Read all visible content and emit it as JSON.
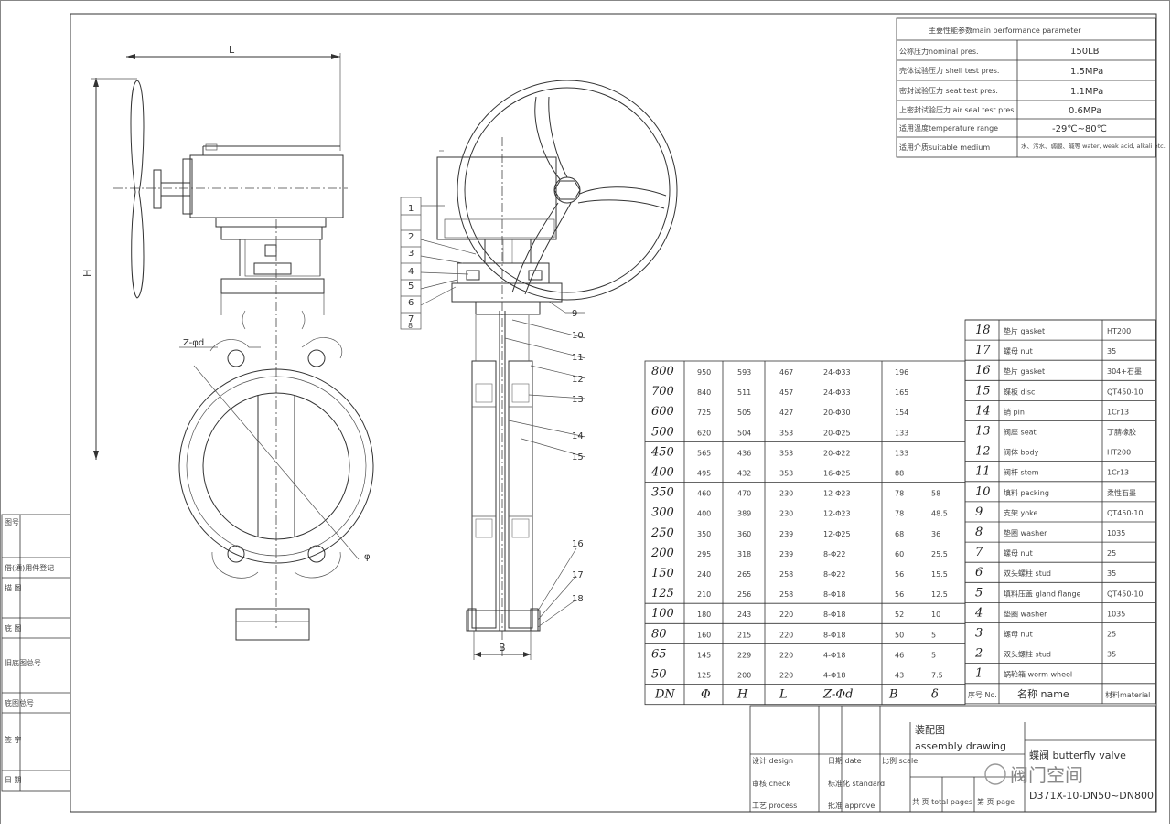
{
  "params": {
    "title": "主要性能参数main performance parameter",
    "rows": [
      {
        "label": "公称压力nominal pres.",
        "value": "150LB"
      },
      {
        "label": "壳体试验压力 shell test pres.",
        "value": "1.5MPa"
      },
      {
        "label": "密封试验压力 seat test pres.",
        "value": "1.1MPa"
      },
      {
        "label": "上密封试验压力 air seal test pres.",
        "value": "0.6MPa"
      },
      {
        "label": "适用温度temperature range",
        "value": "-29℃~80℃"
      },
      {
        "label": "适用介质suitable medium",
        "value": "水、污水、弱酸、碱等 water, weak acid, alkali etc."
      }
    ]
  },
  "side_labels": {
    "L": "L",
    "H": "H",
    "Z_d": "Z-φd",
    "phi": "φ",
    "B": "B"
  },
  "callouts_left": [
    "1",
    "2",
    "3",
    "4",
    "5",
    "6",
    "7",
    "8"
  ],
  "callouts_right": [
    "9",
    "10",
    "11",
    "12",
    "13",
    "14",
    "15",
    "16",
    "17",
    "18"
  ],
  "dims": {
    "rows": [
      [
        "800",
        "950",
        "593",
        "467",
        "24-Φ33",
        "196"
      ],
      [
        "700",
        "840",
        "511",
        "457",
        "24-Φ33",
        "165"
      ],
      [
        "600",
        "725",
        "505",
        "427",
        "20-Φ30",
        "154"
      ],
      [
        "500",
        "620",
        "504",
        "353",
        "20-Φ25",
        "133"
      ],
      [
        "450",
        "565",
        "436",
        "353",
        "20-Φ22",
        "133"
      ],
      [
        "400",
        "495",
        "432",
        "353",
        "16-Φ25",
        "88"
      ],
      [
        "350",
        "460",
        "470",
        "230",
        "12-Φ23",
        "78",
        "58"
      ],
      [
        "300",
        "400",
        "389",
        "230",
        "12-Φ23",
        "78",
        "48.5"
      ],
      [
        "250",
        "350",
        "360",
        "239",
        "12-Φ25",
        "68",
        "36"
      ],
      [
        "200",
        "295",
        "318",
        "239",
        "8-Φ22",
        "60",
        "25.5"
      ],
      [
        "150",
        "240",
        "265",
        "258",
        "8-Φ22",
        "56",
        "15.5"
      ],
      [
        "125",
        "210",
        "256",
        "258",
        "8-Φ18",
        "56",
        "12.5"
      ],
      [
        "100",
        "180",
        "243",
        "220",
        "8-Φ18",
        "52",
        "10"
      ],
      [
        "80",
        "160",
        "215",
        "220",
        "8-Φ18",
        "50",
        "5"
      ],
      [
        "65",
        "145",
        "229",
        "220",
        "4-Φ18",
        "46",
        "5"
      ],
      [
        "50",
        "125",
        "200",
        "220",
        "4-Φ18",
        "43",
        "7.5"
      ]
    ],
    "header": [
      "DN",
      "Φ",
      "H",
      "L",
      "Z-Φd",
      "B",
      "δ"
    ]
  },
  "parts": {
    "rows": [
      {
        "no": "18",
        "name": "垫片 gasket",
        "mat": "HT200"
      },
      {
        "no": "17",
        "name": "螺母 nut",
        "mat": "35"
      },
      {
        "no": "16",
        "name": "垫片 gasket",
        "mat": "304+石墨"
      },
      {
        "no": "15",
        "name": "蝶板 disc",
        "mat": "QT450-10"
      },
      {
        "no": "14",
        "name": "销 pin",
        "mat": "1Cr13"
      },
      {
        "no": "13",
        "name": "阀座 seat",
        "mat": "丁腈橡胶"
      },
      {
        "no": "12",
        "name": "阀体 body",
        "mat": "HT200"
      },
      {
        "no": "11",
        "name": "阀杆 stem",
        "mat": "1Cr13"
      },
      {
        "no": "10",
        "name": "填料 packing",
        "mat": "柔性石墨"
      },
      {
        "no": "9",
        "name": "支架 yoke",
        "mat": "QT450-10"
      },
      {
        "no": "8",
        "name": "垫圈 washer",
        "mat": "1035"
      },
      {
        "no": "7",
        "name": "螺母 nut",
        "mat": "25"
      },
      {
        "no": "6",
        "name": "双头螺柱 stud",
        "mat": "35"
      },
      {
        "no": "5",
        "name": "填料压盖 gland flange",
        "mat": "QT450-10"
      },
      {
        "no": "4",
        "name": "垫圈 washer",
        "mat": "1035"
      },
      {
        "no": "3",
        "name": "螺母 nut",
        "mat": "25"
      },
      {
        "no": "2",
        "name": "双头螺柱 stud",
        "mat": "35"
      },
      {
        "no": "1",
        "name": "蜗轮箱 worm wheel",
        "mat": ""
      }
    ],
    "header": {
      "no": "序号 No.",
      "name": "名称 name",
      "mat": "材料material"
    }
  },
  "title_block": {
    "drawing_cn": "装配图",
    "drawing_en": "assembly drawing",
    "product": "蝶阀 butterfly valve",
    "model": "D371X-10-DN50~DN800",
    "design": "设计 design",
    "check": "审核 check",
    "standard": "标准化 standard",
    "date": "日期 date",
    "scale": "比例 scale",
    "sheets": "共 页 total pages",
    "page": "第 页 page",
    "process": "工艺 process",
    "approve": "批准 approve",
    "watermark": "阀门空间"
  },
  "left_strip": [
    "图号",
    "借(通)用件登记",
    "描 图",
    "底 图",
    "旧底图总号",
    "底图总号",
    "签 字",
    "日 期"
  ]
}
